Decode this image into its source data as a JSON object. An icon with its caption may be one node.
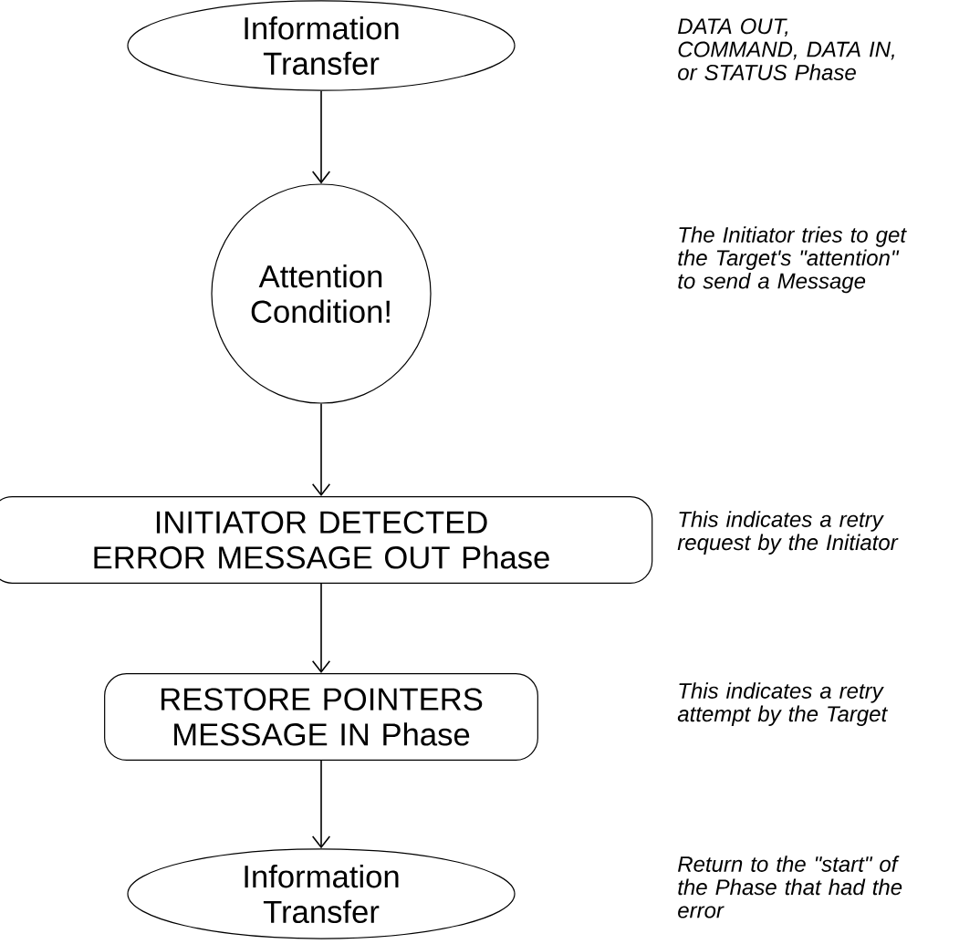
{
  "diagram": {
    "nodes": [
      {
        "text": [
          "Information Transfer"
        ]
      },
      {
        "text": [
          "Attention Condition!"
        ]
      },
      {
        "text": [
          "INITIATOR DETECTED ERROR MESSAGE OUT Phase"
        ]
      },
      {
        "text": [
          "RESTORE POINTERS MESSAGE IN Phase"
        ]
      },
      {
        "text": [
          "Information Transfer"
        ]
      }
    ],
    "edges": [
      {
        "from": 0,
        "to": 1,
        "arrow": "to"
      },
      {
        "from": 1,
        "to": 2,
        "arrow": "to"
      },
      {
        "from": 2,
        "to": 3,
        "arrow": "to"
      },
      {
        "from": 3,
        "to": 4,
        "arrow": "to"
      }
    ],
    "labels": [
      "DATA OUT, COMMAND, DATA IN, or STATUS Phase",
      "The Initiator tries to get the Target's \"attention\" to send a Message",
      "This indicates a retry request by the Initiator",
      "This indicates a retry attempt by the Target",
      "Return to the \"start\" of the Phase that had the error"
    ]
  }
}
